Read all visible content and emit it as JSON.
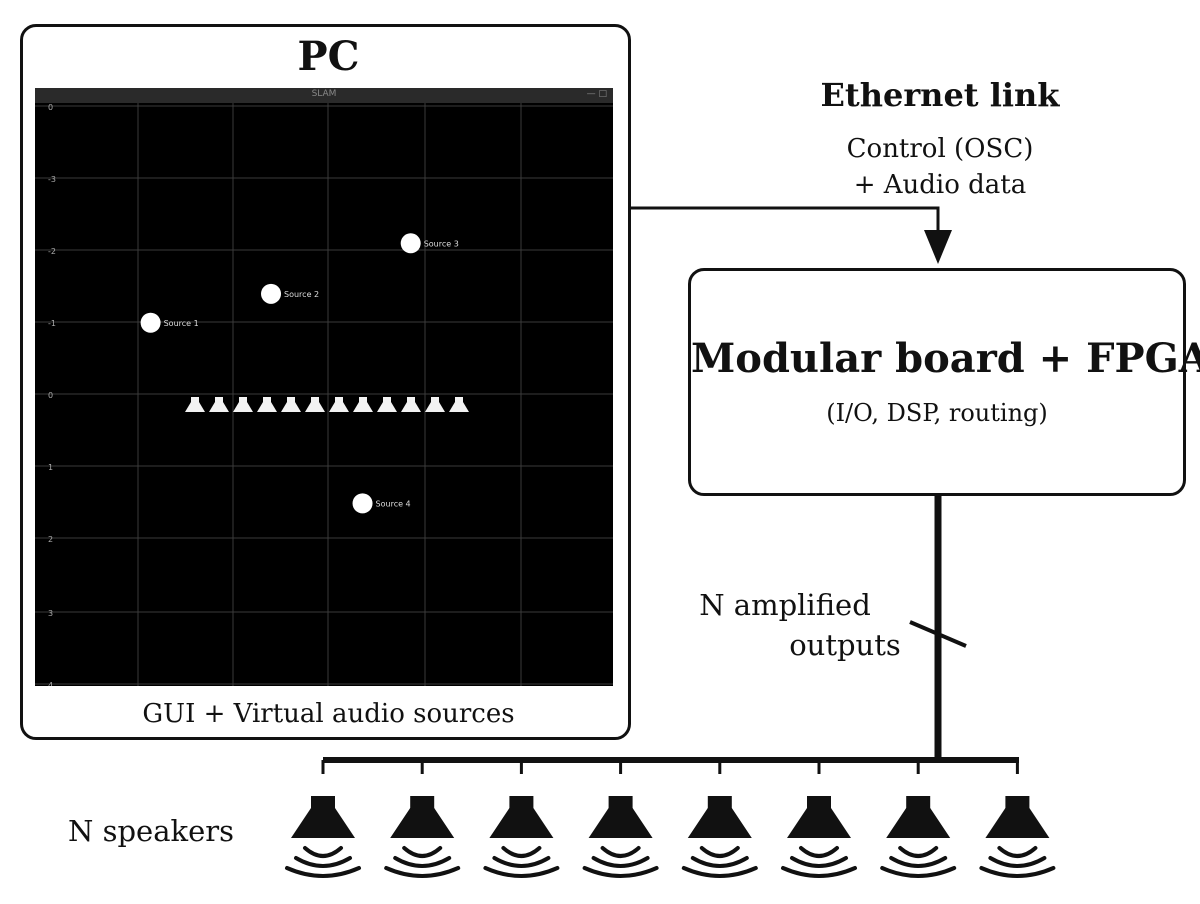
{
  "pc": {
    "title": "PC",
    "caption": "GUI + Virtual audio sources",
    "gui": {
      "window_title": "SLAM",
      "window_buttons": "— □",
      "y_ticks": [
        "0",
        "-3",
        "-2",
        "-1",
        "0",
        "1",
        "2",
        "3",
        "4"
      ],
      "sources": [
        {
          "label": "Source 1",
          "x": 0.2,
          "y": -1.0
        },
        {
          "label": "Source 2",
          "x": 1.45,
          "y": -1.4
        },
        {
          "label": "Source 3",
          "x": 2.9,
          "y": -2.1
        },
        {
          "label": "Source 4",
          "x": 2.4,
          "y": 1.5
        }
      ],
      "speaker_count": 12
    }
  },
  "ethernet": {
    "title": "Ethernet link",
    "line1": "Control (OSC)",
    "line2": "+ Audio data"
  },
  "board": {
    "title": "Modular board + FPGA",
    "subtitle": "(I/O, DSP, routing)"
  },
  "outputs": {
    "line1": "N amplified",
    "line2": "outputs"
  },
  "speakers": {
    "label": "N speakers",
    "count": 8
  }
}
